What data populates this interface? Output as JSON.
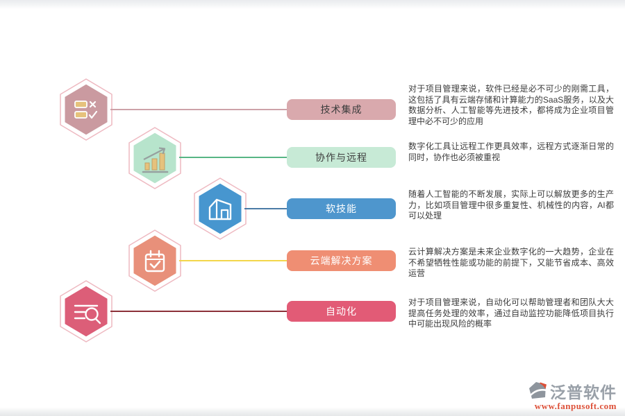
{
  "page": {
    "background": "#ffffff",
    "top_strip_color": "#e9ebee",
    "bottom_strip_color": "#e5e7e9",
    "hex_outline_color": "#eeb9c1",
    "icon_accent_color": "#e6c27c",
    "icon_gray_color": "#97a09f"
  },
  "rows": [
    {
      "label": "技术集成",
      "description": "对于项目管理来说，软件已经是必不可少的刚需工具，这包括了具有云端存储和计算能力的SaaS服务，以及大数据分析、人工智能等先进技术，都将成为企业项目管理中必不可少的应用",
      "icon": "ballot-check-icon",
      "hex_color": "#ca9aa0",
      "line_color": "#cda2a8",
      "pill_bg": "#d9a9ad",
      "pill_text_color": "#3d3d3d"
    },
    {
      "label": "协作与远程",
      "description": "数字化工具让远程工作更具效率，远程方式逐渐日常的同时，协作也必须被重视",
      "icon": "bar-chart-icon",
      "hex_color": "#b7e4cc",
      "line_color": "#57b584",
      "pill_bg": "#c7ead6",
      "pill_text_color": "#3d3d3d"
    },
    {
      "label": "软技能",
      "description": "随着人工智能的不断发展，实际上可以解放更多的生产力，比如项目管理中很多重复性、机械性的内容，AI都可以处理",
      "icon": "warehouse-icon",
      "hex_color": "#4796cf",
      "line_color": "#4a7ba6",
      "pill_bg": "#4e96cd",
      "pill_text_color": "#ffffff"
    },
    {
      "label": "云端解决方案",
      "description": "云计算解决方案是未来企业数字化的一大趋势，企业在不希望牺牲性能或功能的前提下，又能节省成本、高效运营",
      "icon": "calendar-check-icon",
      "hex_color": "#e8907a",
      "line_color": "#f3d64a",
      "pill_bg": "#ef8e73",
      "pill_text_color": "#ffffff"
    },
    {
      "label": "自动化",
      "description": "对于项目管理来说，自动化可以帮助管理者和团队大大提高任务处理的效率，通过自动监控功能降低项目执行中可能出现风险的概率",
      "icon": "search-list-icon",
      "hex_color": "#dc5e78",
      "line_color": "#8c3038",
      "pill_bg": "#e25b76",
      "pill_text_color": "#ffffff"
    }
  ],
  "logo": {
    "name": "泛普软件",
    "url": "www.fanpusoft.com",
    "name_color": "#99a0a8",
    "url_color": "#dd5038"
  }
}
